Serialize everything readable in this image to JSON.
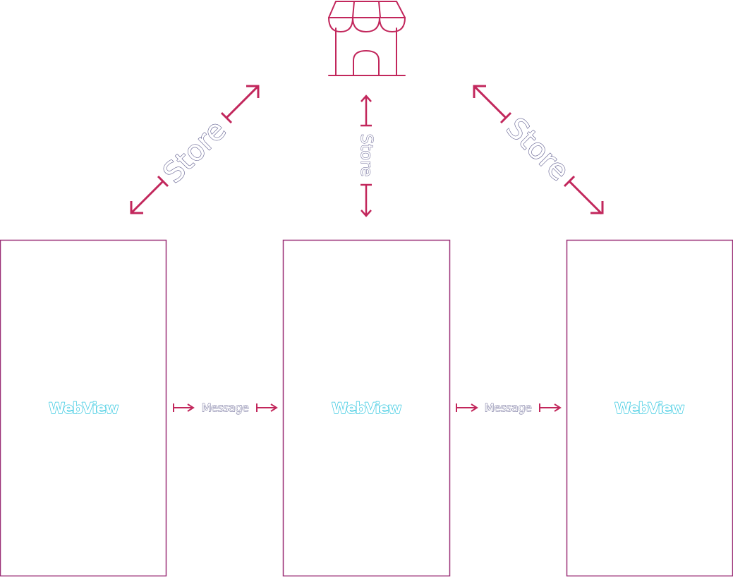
{
  "colors": {
    "accent": "#c2275c",
    "box_border": "#9a2f77",
    "webview_text": "#36c8e0",
    "label_outline": "#5c5a8c"
  },
  "store": {
    "icon": "storefront-icon"
  },
  "store_links": [
    {
      "label": "Store"
    },
    {
      "label": "Store"
    },
    {
      "label": "Store"
    }
  ],
  "webviews": [
    {
      "label": "WebView"
    },
    {
      "label": "WebView"
    },
    {
      "label": "WebView"
    }
  ],
  "message_links": [
    {
      "label": "Message"
    },
    {
      "label": "Message"
    }
  ]
}
